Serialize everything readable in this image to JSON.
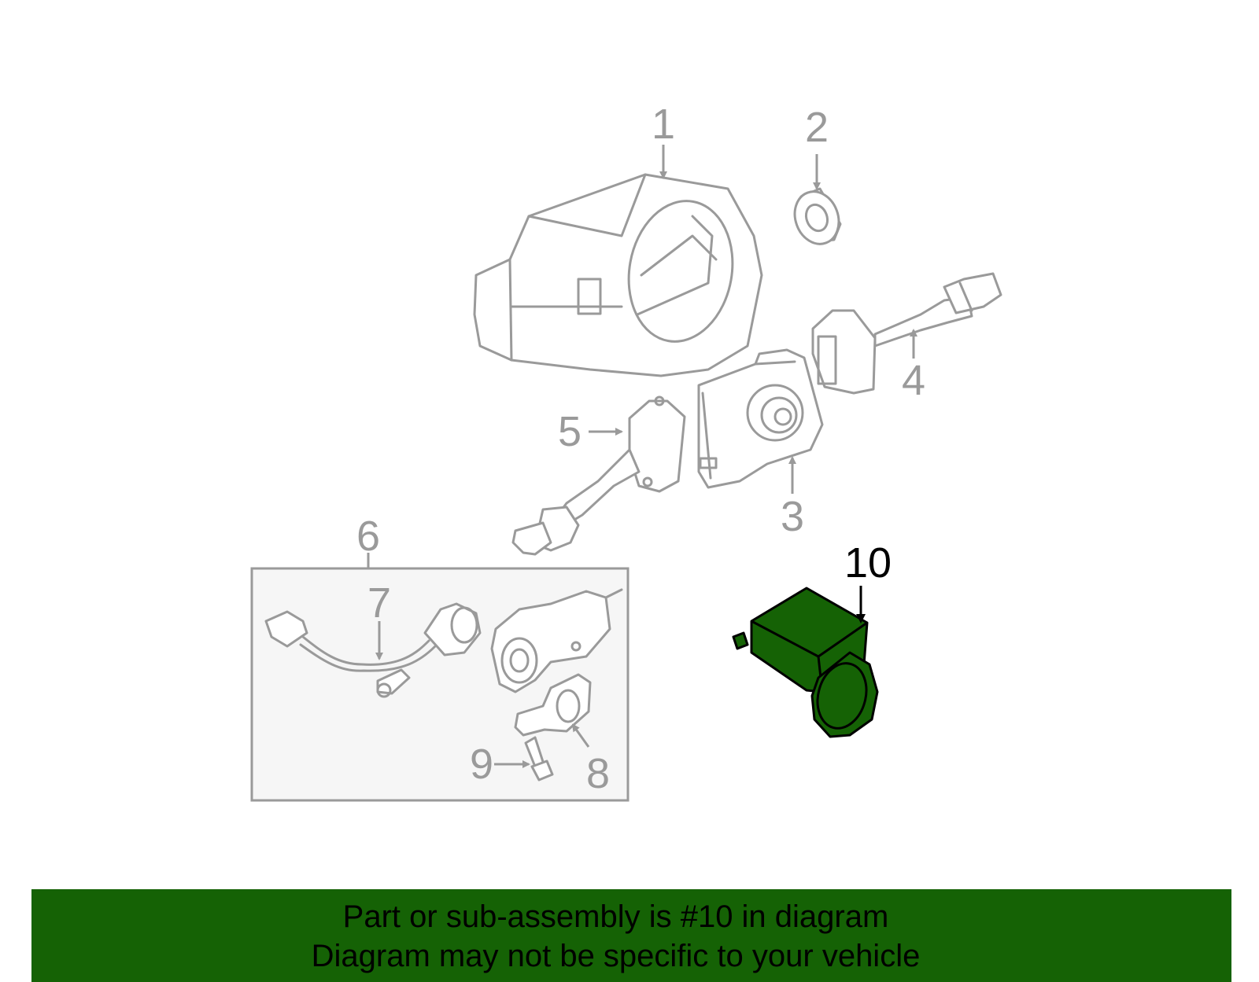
{
  "diagram": {
    "highlight_color": "#156205",
    "callouts": [
      "1",
      "2",
      "3",
      "4",
      "5",
      "6",
      "7",
      "8",
      "9",
      "10"
    ],
    "highlighted_callout": "10"
  },
  "banner": {
    "line1": "Part or sub-assembly is #10 in diagram",
    "line2": "Diagram may not be specific to your vehicle"
  }
}
